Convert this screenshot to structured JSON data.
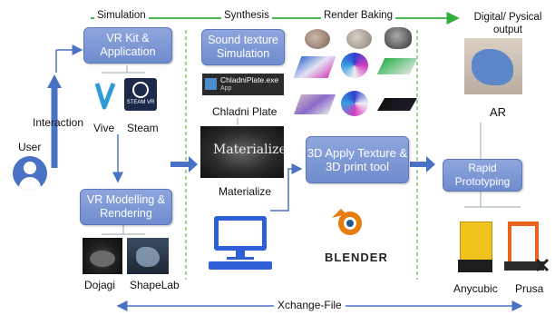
{
  "top_stages": [
    "Simulation",
    "Synthesis",
    "Render Baking",
    "Digital/ Pysical output"
  ],
  "boxes": {
    "vr_kit": "VR Kit & Application",
    "vr_modelling": "VR Modelling & Rendering",
    "sound_texture": "Sound texture Simulation",
    "apply_texture": "3D Apply Texture & 3D print tool",
    "rapid_proto": "Rapid Prototyping"
  },
  "labels": {
    "interaction": "Interaction",
    "user": "User",
    "vive": "Vive",
    "steam": "Steam",
    "steamvr_logo": "STEAM VR",
    "dojagi": "Dojagi",
    "shapelab": "ShapeLab",
    "chladni_app_name": "ChladniPlate.exe",
    "chladni_app_sub": "App",
    "chladni_plate": "Chladni Plate",
    "materialize_logo": "Materialize",
    "materialize": "Materialize",
    "blender": "BLENDER",
    "ar": "AR",
    "anycubic": "Anycubic",
    "prusa": "Prusa",
    "xchange": "Xchange-File"
  },
  "colors": {
    "box_fill": "#7d97d6",
    "arrow_blue": "#4a72c4",
    "arrow_green": "#2fae3a",
    "dashed_green": "#6bbf4a",
    "ar_blue": "#5d87c8"
  }
}
